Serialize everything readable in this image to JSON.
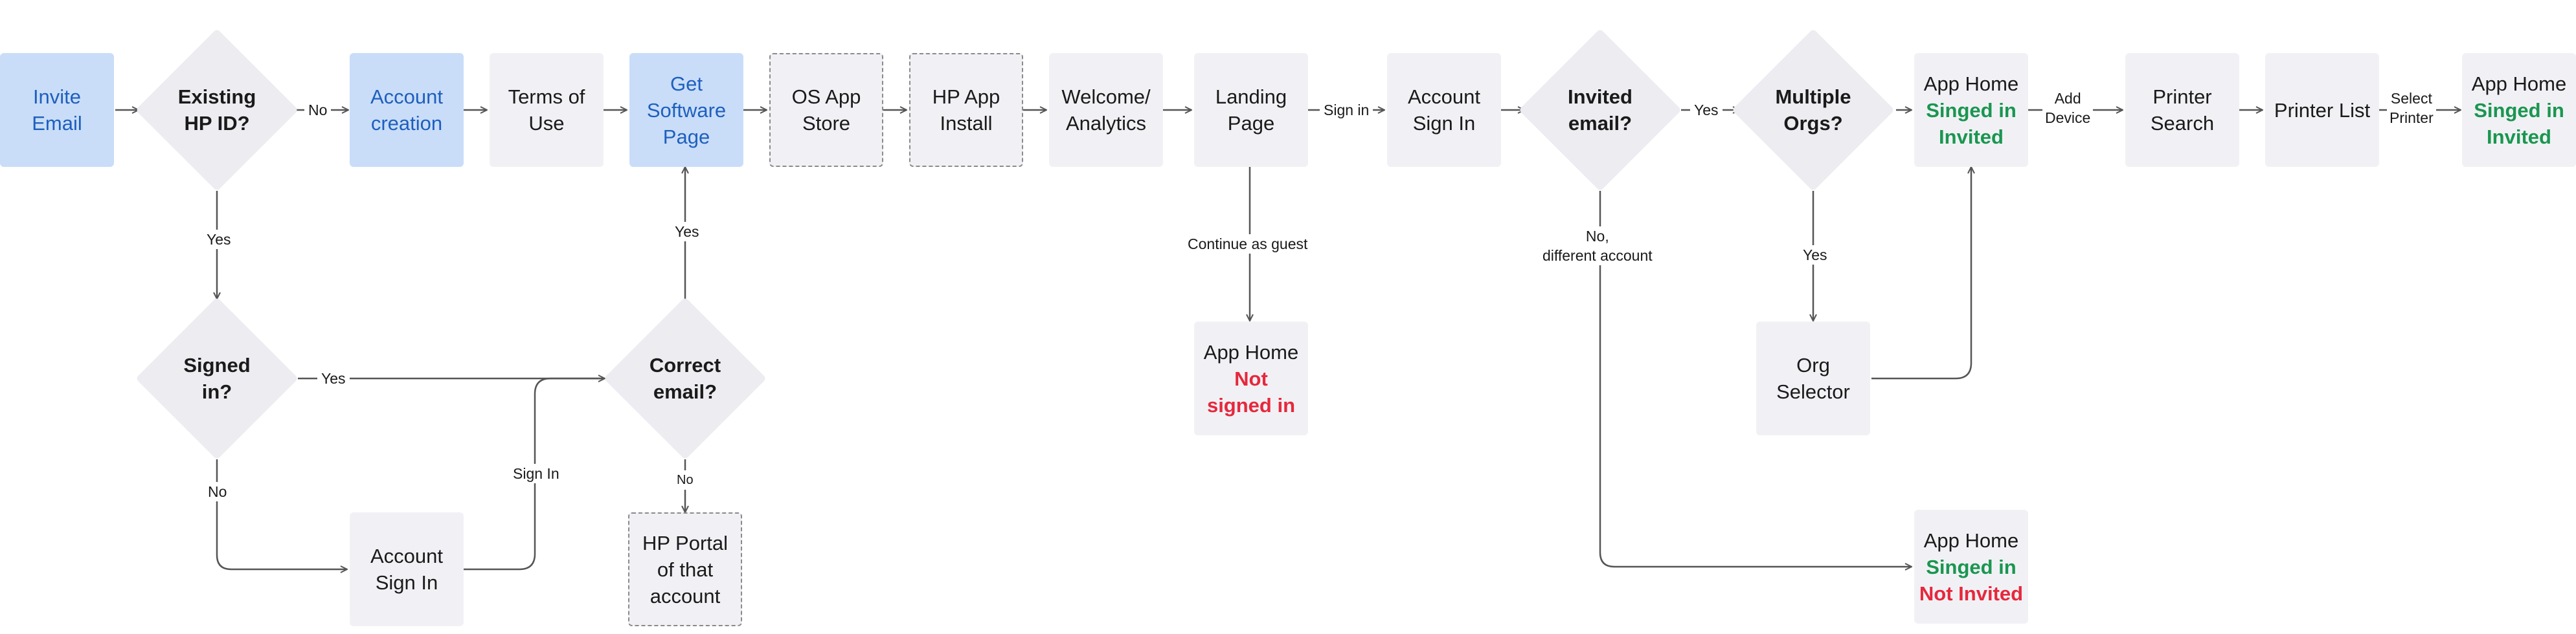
{
  "nodes": {
    "invite_email": [
      "Invite",
      "Email"
    ],
    "existing_hp_id": [
      "Existing",
      "HP ID?"
    ],
    "account_creation": [
      "Account",
      "creation"
    ],
    "terms_of_use": [
      "Terms of",
      "Use"
    ],
    "get_software_page": [
      "Get",
      "Software",
      "Page"
    ],
    "os_app_store": [
      "OS App",
      "Store"
    ],
    "hp_app_install": [
      "HP App",
      "Install"
    ],
    "welcome_analytics": [
      "Welcome/",
      "Analytics"
    ],
    "landing_page": [
      "Landing",
      "Page"
    ],
    "account_sign_in_top": [
      "Account",
      "Sign In"
    ],
    "invited_email": [
      "Invited",
      "email?"
    ],
    "multiple_orgs": [
      "Multiple",
      "Orgs?"
    ],
    "app_home_invited": [
      "App Home",
      "Singed in",
      "Invited"
    ],
    "printer_search": [
      "Printer",
      "Search"
    ],
    "printer_list": [
      "Printer List"
    ],
    "app_home_final": [
      "App Home",
      "Singed in",
      "Invited"
    ],
    "signed_in": [
      "Signed",
      "in?"
    ],
    "correct_email": [
      "Correct",
      "email?"
    ],
    "account_sign_in_bottom": [
      "Account",
      "Sign In"
    ],
    "hp_portal": [
      "HP Portal",
      "of that",
      "account"
    ],
    "app_home_guest": [
      "App Home",
      "Not",
      "signed in"
    ],
    "org_selector": [
      "Org",
      "Selector"
    ],
    "app_home_not_invited": [
      "App Home",
      "Singed in",
      "Not Invited"
    ]
  },
  "labels": {
    "no_existing": "No",
    "yes_existing": "Yes",
    "yes_correct": "Yes",
    "sign_in_landing": "Sign in",
    "continue_guest": "Continue as guest",
    "yes_invited": "Yes",
    "no_invited": [
      "No,",
      "different account"
    ],
    "yes_orgs": "Yes",
    "add_device": [
      "Add",
      "Device"
    ],
    "select_printer": [
      "Select",
      "Printer"
    ],
    "yes_signed": "Yes",
    "no_signed": "No",
    "sign_in_bottom": "Sign In",
    "no_correct": "No"
  },
  "colors": {
    "node_fill": "#f1f1f5",
    "highlight_fill": "#c9ddf8",
    "highlight_text": "#1e5fbe",
    "positive_text": "#1a9650",
    "negative_text": "#e6283c",
    "connector": "#555555"
  }
}
